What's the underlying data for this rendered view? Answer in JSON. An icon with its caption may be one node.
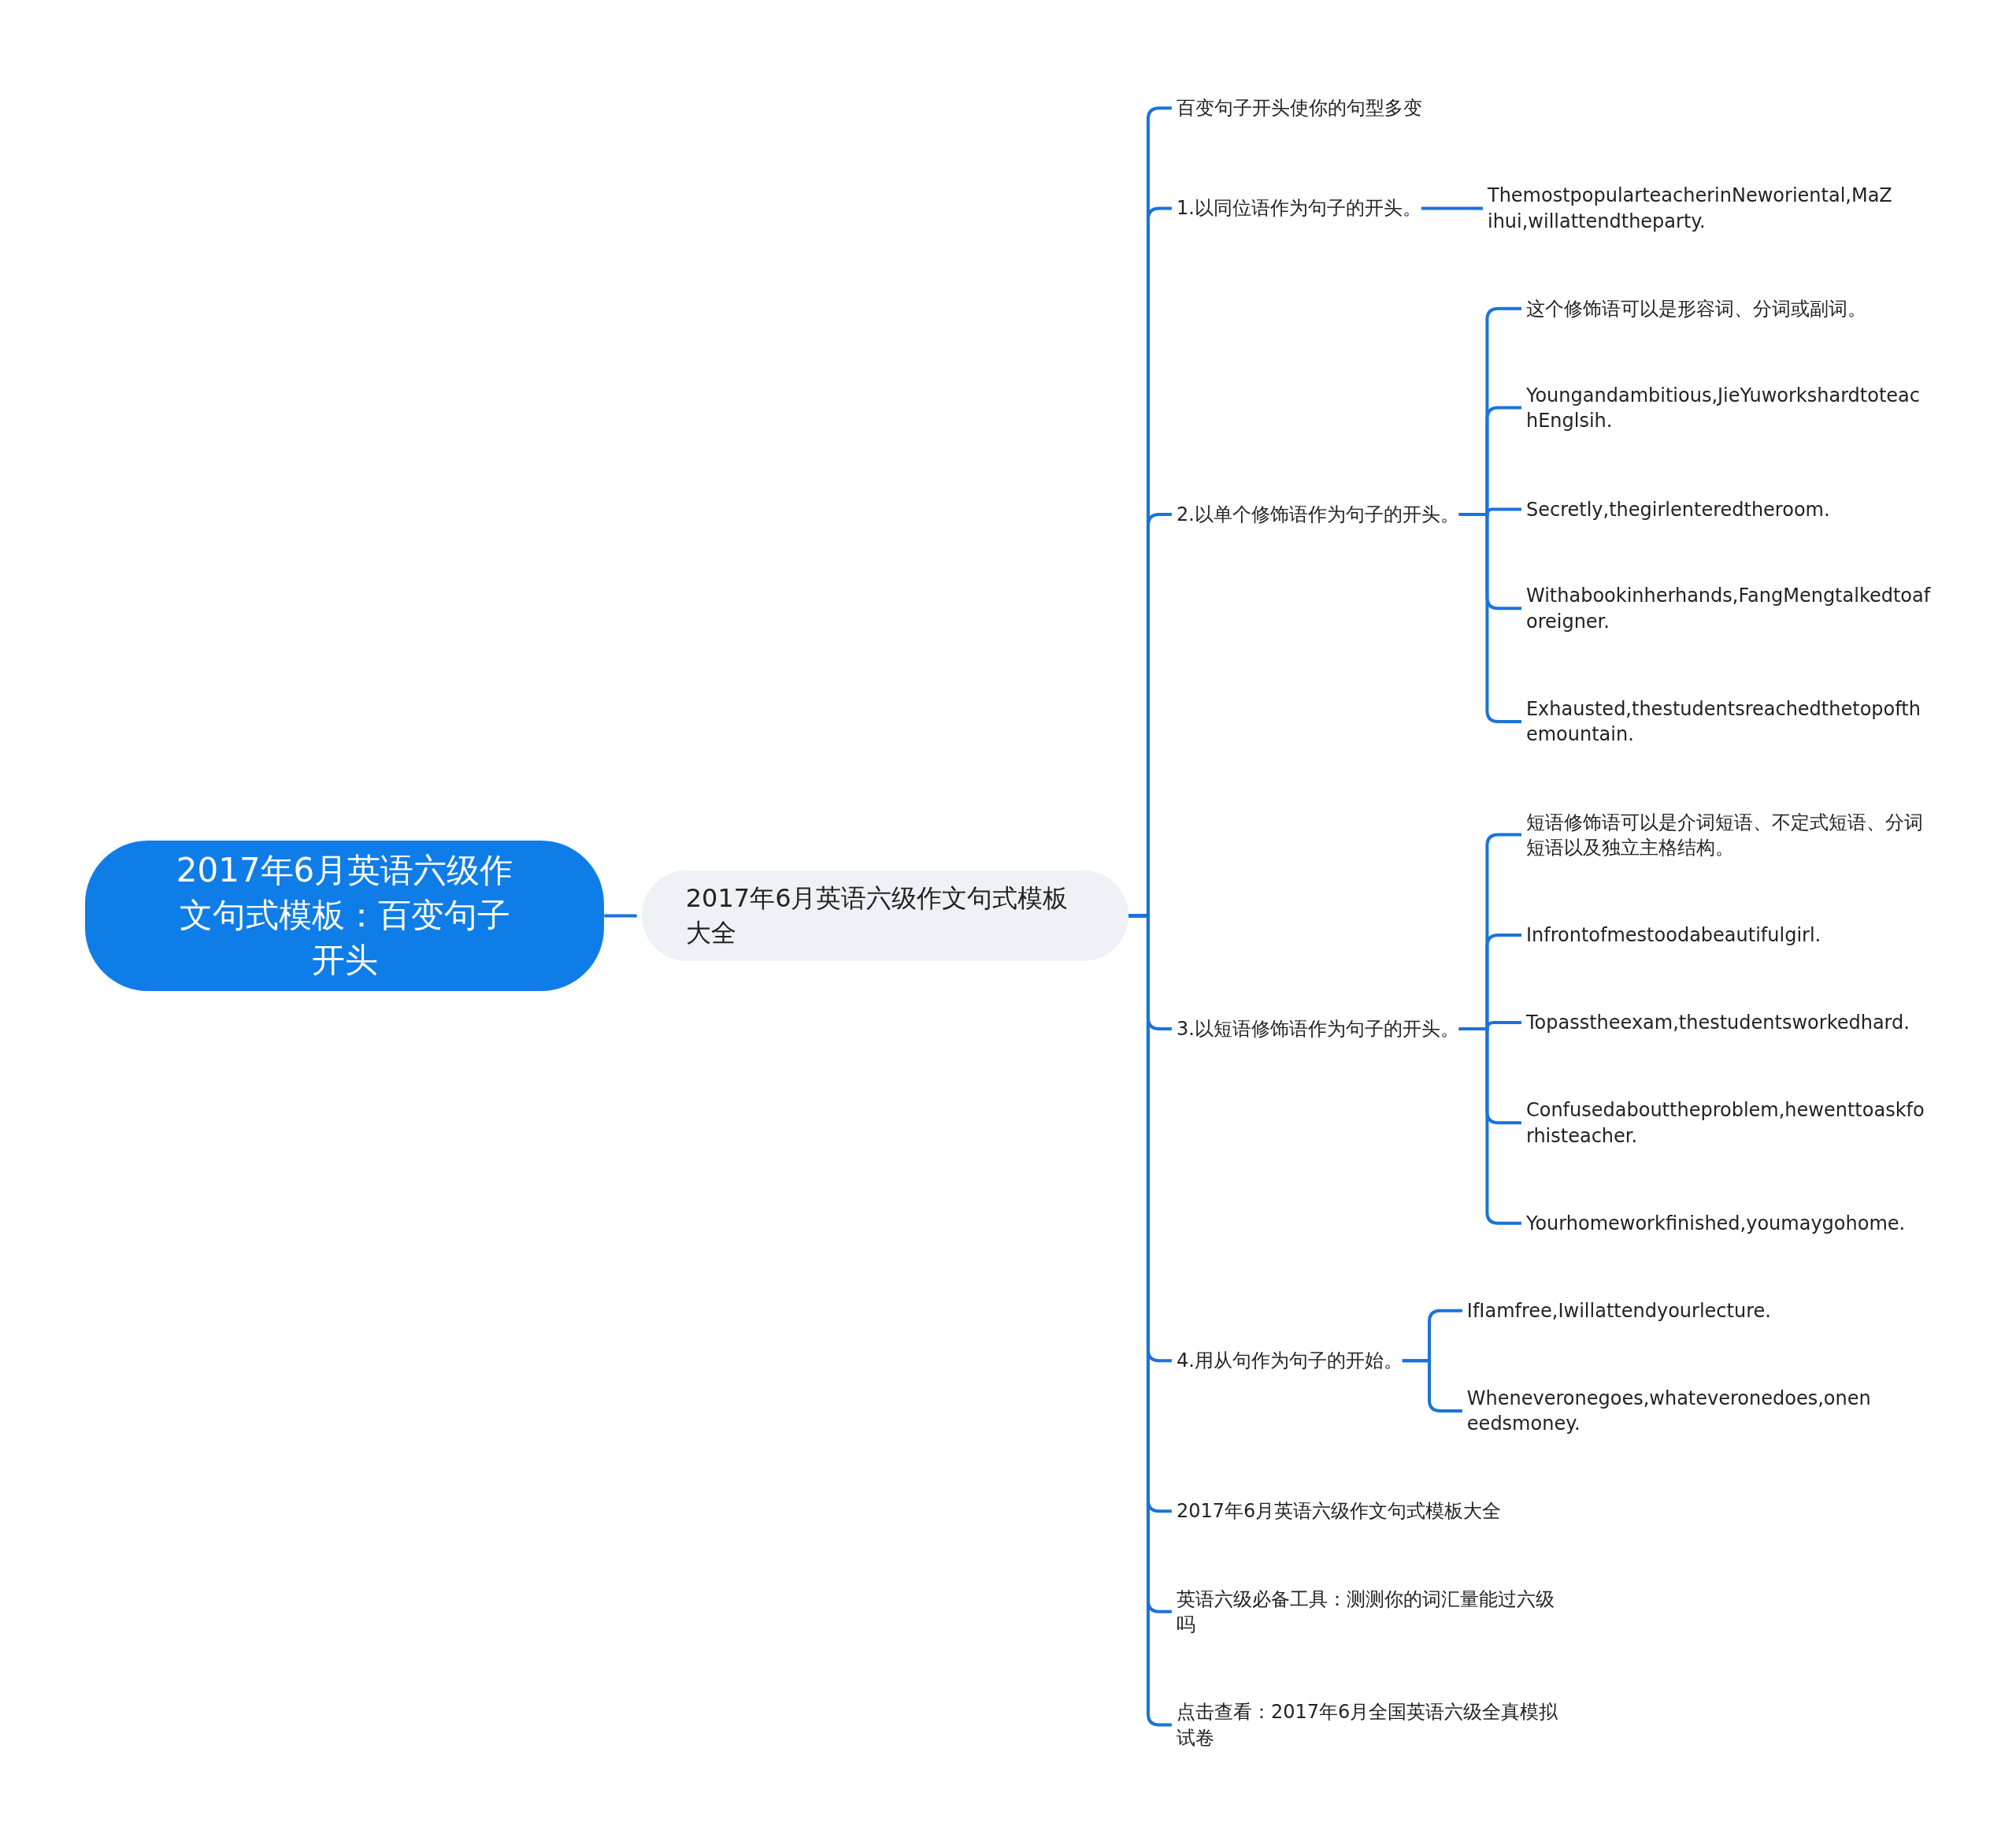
{
  "diagram": {
    "nodes": [
      {
        "text": [
          "2017年6月英语六级作文句式模板：百变句子开头"
        ]
      },
      {
        "text": [
          "2017年6月英语六级作文句式模板大全"
        ]
      },
      {
        "text": [
          "百变句子开头使你的句型多变"
        ]
      },
      {
        "text": [
          "1.以同位语作为句子的开头。"
        ]
      },
      {
        "text": [
          "ThemostpopularteacherinNeworiental,MaZihui,willattendtheparty."
        ]
      },
      {
        "text": [
          "2.以单个修饰语作为句子的开头。"
        ]
      },
      {
        "text": [
          "这个修饰语可以是形容词、分词或副词。"
        ]
      },
      {
        "text": [
          "Youngandambitious,JieYuworkshardtoteachEnglsih."
        ]
      },
      {
        "text": [
          "Secretly,thegirlenteredtheroom."
        ]
      },
      {
        "text": [
          "Withabookinherhands,FangMengtalkedtoaforeigner."
        ]
      },
      {
        "text": [
          "Exhausted,thestudentsreachedthetopofthemountain."
        ]
      },
      {
        "text": [
          "3.以短语修饰语作为句子的开头。"
        ]
      },
      {
        "text": [
          "短语修饰语可以是介词短语、不定式短语、分词短语以及独立主格结构。"
        ]
      },
      {
        "text": [
          "Infrontofmestoodabeautifulgirl."
        ]
      },
      {
        "text": [
          "Topasstheexam,thestudentsworkedhard."
        ]
      },
      {
        "text": [
          "Confusedabouttheproblem,hewenttoaskforhisteacher."
        ]
      },
      {
        "text": [
          "Yourhomeworkfinished,youmaygohome."
        ]
      },
      {
        "text": [
          "4.用从句作为句子的开始。"
        ]
      },
      {
        "text": [
          "IfIamfree,Iwillattendyourlecture."
        ]
      },
      {
        "text": [
          "Wheneveronegoes,whateveronedoes,oneneedsmoney."
        ]
      },
      {
        "text": [
          "2017年6月英语六级作文句式模板大全"
        ]
      },
      {
        "text": [
          "英语六级必备工具：测测你的词汇量能过六级吗"
        ]
      },
      {
        "text": [
          "点击查看：2017年6月全国英语六级全真模拟试卷"
        ]
      }
    ],
    "edges": [
      {
        "from": 0,
        "to": 1,
        "arrow": "none"
      },
      {
        "from": 1,
        "to": 2,
        "arrow": "none"
      },
      {
        "from": 1,
        "to": 3,
        "arrow": "none"
      },
      {
        "from": 1,
        "to": 5,
        "arrow": "none"
      },
      {
        "from": 1,
        "to": 11,
        "arrow": "none"
      },
      {
        "from": 1,
        "to": 17,
        "arrow": "none"
      },
      {
        "from": 1,
        "to": 20,
        "arrow": "none"
      },
      {
        "from": 1,
        "to": 21,
        "arrow": "none"
      },
      {
        "from": 1,
        "to": 22,
        "arrow": "none"
      },
      {
        "from": 3,
        "to": 4,
        "arrow": "none"
      },
      {
        "from": 5,
        "to": 6,
        "arrow": "none"
      },
      {
        "from": 5,
        "to": 7,
        "arrow": "none"
      },
      {
        "from": 5,
        "to": 8,
        "arrow": "none"
      },
      {
        "from": 5,
        "to": 9,
        "arrow": "none"
      },
      {
        "from": 5,
        "to": 10,
        "arrow": "none"
      },
      {
        "from": 11,
        "to": 12,
        "arrow": "none"
      },
      {
        "from": 11,
        "to": 13,
        "arrow": "none"
      },
      {
        "from": 11,
        "to": 14,
        "arrow": "none"
      },
      {
        "from": 11,
        "to": 15,
        "arrow": "none"
      },
      {
        "from": 11,
        "to": 16,
        "arrow": "none"
      },
      {
        "from": 17,
        "to": 18,
        "arrow": "none"
      },
      {
        "from": 17,
        "to": 19,
        "arrow": "none"
      }
    ]
  }
}
